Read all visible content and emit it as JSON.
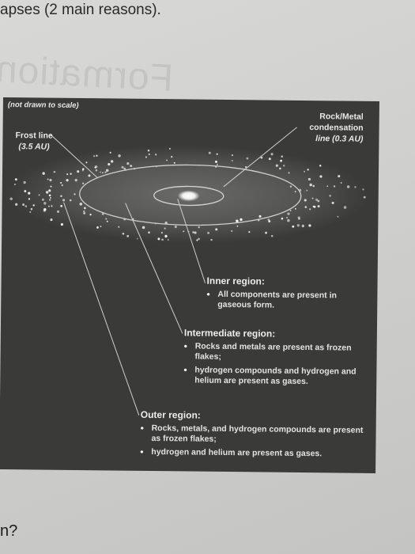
{
  "page": {
    "header_text": "apses (2 main reasons).",
    "bleed_through_text": "Formation",
    "footer_text": "n?"
  },
  "diagram": {
    "scale_note": "(not drawn to scale)",
    "frost_line": {
      "label": "Frost line",
      "value": "(3.5 AU)"
    },
    "rock_metal_line": {
      "title": "Rock/Metal",
      "title2": "condensation",
      "value": "line (0.3 AU)"
    },
    "inner_region": {
      "title": "Inner region:",
      "bullets": [
        "All components are present in gaseous form."
      ]
    },
    "intermediate_region": {
      "title": "Intermediate region:",
      "bullets": [
        "Rocks and metals are present as frozen flakes;",
        "hydrogen compounds and hydrogen and helium are present as gases."
      ]
    },
    "outer_region": {
      "title": "Outer region:",
      "bullets": [
        "Rocks, metals, and hydrogen compounds are present as frozen flakes;",
        "hydrogen and helium are present as gases."
      ]
    },
    "colors": {
      "panel": "#3a3a38",
      "text": "#e9e9e9",
      "dots": "#f4f4f4"
    }
  }
}
